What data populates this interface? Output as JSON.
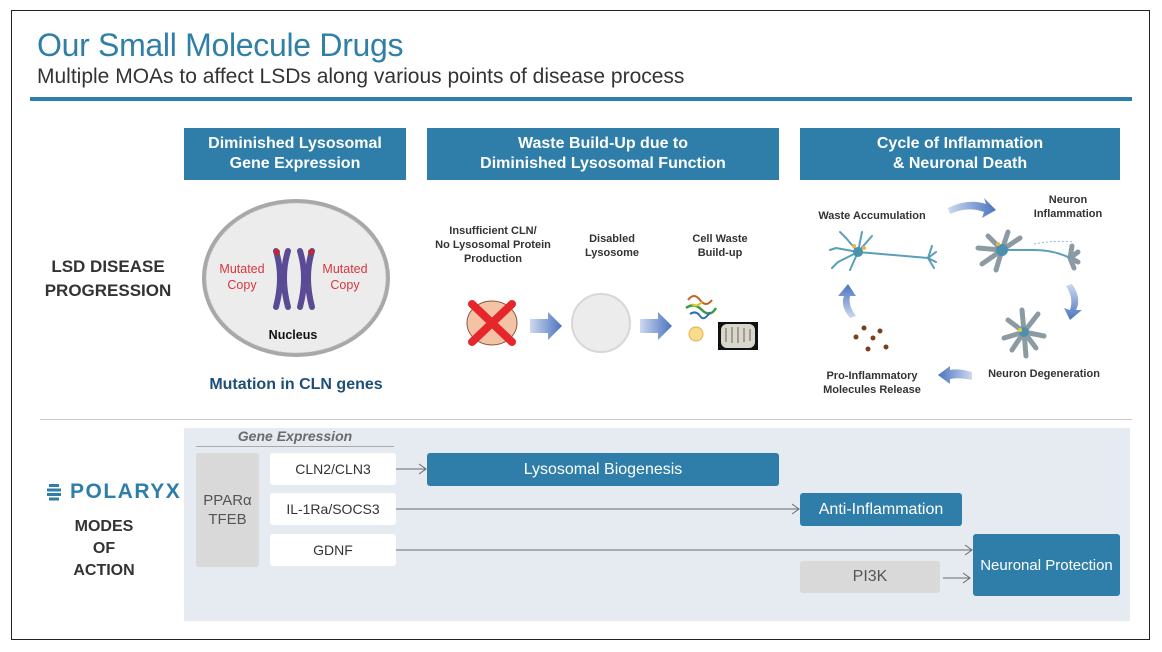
{
  "header": {
    "title": "Our Small Molecule Drugs",
    "subtitle": "Multiple MOAs to affect LSDs along various points of disease process"
  },
  "colors": {
    "brand_blue": "#2e7ea9",
    "navy_text": "#1f4e79",
    "mutation_red": "#d9363e",
    "chromosome_purple": "#5b4a94",
    "moa_background": "#e6eaf1"
  },
  "progression": {
    "row_label": [
      "LSD DISEASE",
      "PROGRESSION"
    ],
    "stages": [
      {
        "header": [
          "Diminished Lysosomal",
          "Gene Expression"
        ],
        "nucleus_label": "Nucleus",
        "left_label": [
          "Mutated",
          "Copy"
        ],
        "right_label": [
          "Mutated",
          "Copy"
        ],
        "caption": "Mutation in CLN genes"
      },
      {
        "header": [
          "Waste Build-Up due to",
          "Diminished Lysosomal Function"
        ],
        "steps": [
          {
            "label": [
              "Insufficient CLN/",
              "No Lysosomal Protein",
              "Production"
            ],
            "icon": "crossed-cell-icon"
          },
          {
            "label": [
              "Disabled",
              "Lysosome"
            ],
            "icon": "lysosome-icon"
          },
          {
            "label": [
              "Cell Waste",
              "Build-up"
            ],
            "icon": "cell-waste-icon"
          }
        ]
      },
      {
        "header": [
          "Cycle of Inflammation",
          "& Neuronal Death"
        ],
        "cycle": [
          {
            "label": [
              "Waste Accumulation"
            ],
            "icon": "neuron-icon"
          },
          {
            "label": [
              "Neuron",
              "Inflammation"
            ],
            "icon": "inflamed-neuron-icon"
          },
          {
            "label": [
              "Neuron Degeneration"
            ],
            "icon": "degenerated-neuron-icon"
          },
          {
            "label": [
              "Pro-Inflammatory",
              "Molecules Release"
            ],
            "icon": "molecules-icon"
          }
        ]
      }
    ]
  },
  "moa": {
    "logo_text": "POLARYX",
    "row_label": [
      "MODES",
      "OF",
      "ACTION"
    ],
    "gene_expression_label": "Gene Expression",
    "regulators": [
      "PPARα",
      "TFEB"
    ],
    "genes": [
      "CLN2/CLN3",
      "IL-1Ra/SOCS3",
      "GDNF"
    ],
    "pathway": "PI3K",
    "outcomes": {
      "lysosomal": "Lysosomal Biogenesis",
      "anti_inflammation": "Anti-Inflammation",
      "neuronal": "Neuronal Protection"
    }
  }
}
